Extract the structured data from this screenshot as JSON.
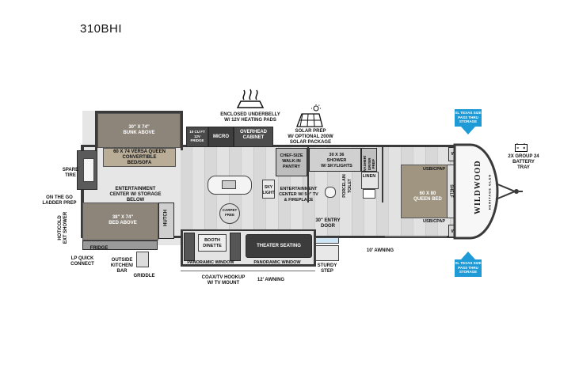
{
  "model": "310BHI",
  "labels": {
    "enclosed_underbelly": "ENCLOSED UNDERBELLY\nW/ 12V HEATING PADS",
    "solar_prep": "SOLAR PREP\nW/ OPTIONAL 200W\nSOLAR PACKAGE",
    "fridge_top": "10 CU FT\n12V\nFRIDGE",
    "micro": "MICRO",
    "overhead_cabinet": "OVERHEAD\nCABINET",
    "bunk_above": "30\" X 74\"\nBUNK ABOVE",
    "versa_queen": "60 X 74 VERSA QUEEN\nCONVERTIBLE\nBED/SOFA",
    "spare_tire": "SPARE\nTIRE",
    "entertainment_center_bunk": "ENTERTAINMENT\nCENTER W/ STORAGE\nBELOW",
    "on_the_go_ladder": "ON THE GO\nLADDER PREP",
    "bed_above": "38\" X 74\"\nBED ABOVE",
    "hot_cold_shower": "HOT/COLD\nEXT SHOWER",
    "hutch": "HUTCH",
    "fridge_outside": "FRIDGE",
    "lp_quick_connect": "LP QUICK\nCONNECT",
    "outside_kitchen": "OUTSIDE\nKITCHEN/\nBAR",
    "griddle": "GRIDDLE",
    "carpet_free": "CARPET\nFREE",
    "sky_light": "SKY\nLIGHT",
    "chef_pantry": "CHEF-SIZE\nWALK-IN\nPANTRY",
    "entertainment_center_main": "ENTERTAINMENT\nCENTER W/ 50\" TV\n& FIREPLACE",
    "shower": "30 X 36\nSHOWER\nW/ SKYLIGHTS",
    "washer_dryer": "WASHER/\nDRYER\nPREP",
    "porcelain_toilet": "PORCELAIN\nTOILET",
    "linen": "LINEN",
    "entry_door": "30\" ENTRY\nDOOR",
    "booth_dinette": "BOOTH\nDINETTE",
    "theater_seating": "THEATER SEATING",
    "panoramic_window_1": "PANORAMIC WINDOW",
    "panoramic_window_2": "PANORAMIC WINDOW",
    "coax_tv": "COAX/TV HOOKUP\nW/ TV MOUNT",
    "awning_12": "12' AWNING",
    "sturdy_step": "STURDY\nSTEP",
    "awning_10": "10' AWNING",
    "ward_top": "WARD",
    "ward_bottom": "WARD",
    "usb_cpap_top": "USB/CPAP",
    "usb_cpap_bottom": "USB/CPAP",
    "queen_bed": "60 X 80\nQUEEN BED",
    "shelf": "SHELF",
    "battery_tray": "2X GROUP 24\nBATTERY\nTRAY",
    "pass_thru_top": "XL TEXAS SIZE\nPASS THRU\nSTORAGE",
    "pass_thru_bottom": "XL TEXAS SIZE\nPASS THRU\nSTORAGE",
    "brand_logo": "WILDWOOD",
    "brand_sub": "HERITAGE GLEN"
  },
  "colors": {
    "accent_blue": "#1e9bd7",
    "wall": "#3a3a3a",
    "bed_tan": "#b9ad97",
    "dark_furniture": "#4a4a4a"
  },
  "icons": [
    "heat-waves-icon",
    "solar-panel-icon",
    "battery-icon",
    "arrow-down-icon",
    "arrow-up-icon"
  ]
}
